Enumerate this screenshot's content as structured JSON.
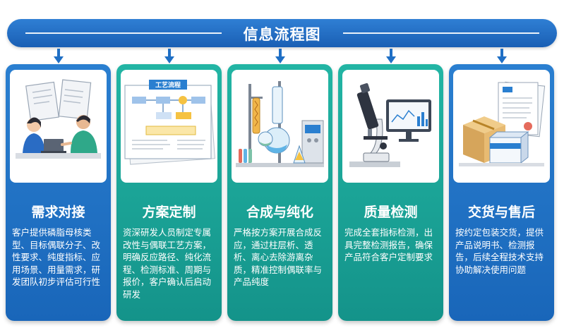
{
  "header": {
    "title": "信息流程图"
  },
  "colors": {
    "blue": "#1f6fc5",
    "teal": "#1aa596",
    "white": "#ffffff"
  },
  "steps": [
    {
      "title": "需求对接",
      "description": "客户提供磷脂母核类型、目标偶联分子、改性要求、纯度指标、应用场景、用量需求，研发团队初步评估可行性",
      "illustration": "consultation-meeting"
    },
    {
      "title": "方案定制",
      "description": "资深研发人员制定专属改性与偶联工艺方案，明确反应路径、纯化流程、检测标准、周期与报价，客户确认后启动研发",
      "illustration": "process-flowchart",
      "illustration_label": "工艺流程"
    },
    {
      "title": "合成与纯化",
      "description": "严格按方案开展合成反应，通过柱层析、透析、离心去除游离杂质，精准控制偶联率与产品纯度",
      "illustration": "lab-glassware"
    },
    {
      "title": "质量检测",
      "description": "完成全套指标检测，出具完整检测报告，确保产品符合客户定制要求",
      "illustration": "microscope-analysis"
    },
    {
      "title": "交货与售后",
      "description": "按约定包装交货，提供产品说明书、检测报告，后续全程技术支持协助解决使用问题",
      "illustration": "package-delivery"
    }
  ]
}
